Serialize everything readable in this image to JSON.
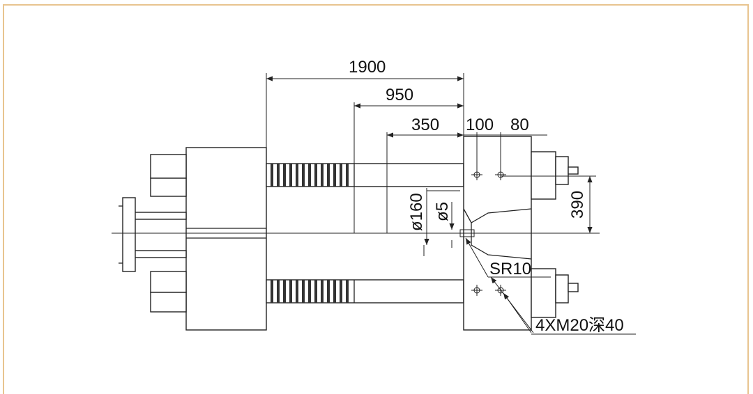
{
  "colors": {
    "frame": "#e8c48f",
    "line": "#222222",
    "background": "#ffffff"
  },
  "dimensions": {
    "d1900": "1900",
    "d950": "950",
    "d350": "350",
    "d100": "100",
    "d80": "80",
    "d390": "390",
    "dia160": "ø160",
    "dia5": "ø5",
    "sr10": "SR10",
    "holes": "4XM20深40"
  }
}
